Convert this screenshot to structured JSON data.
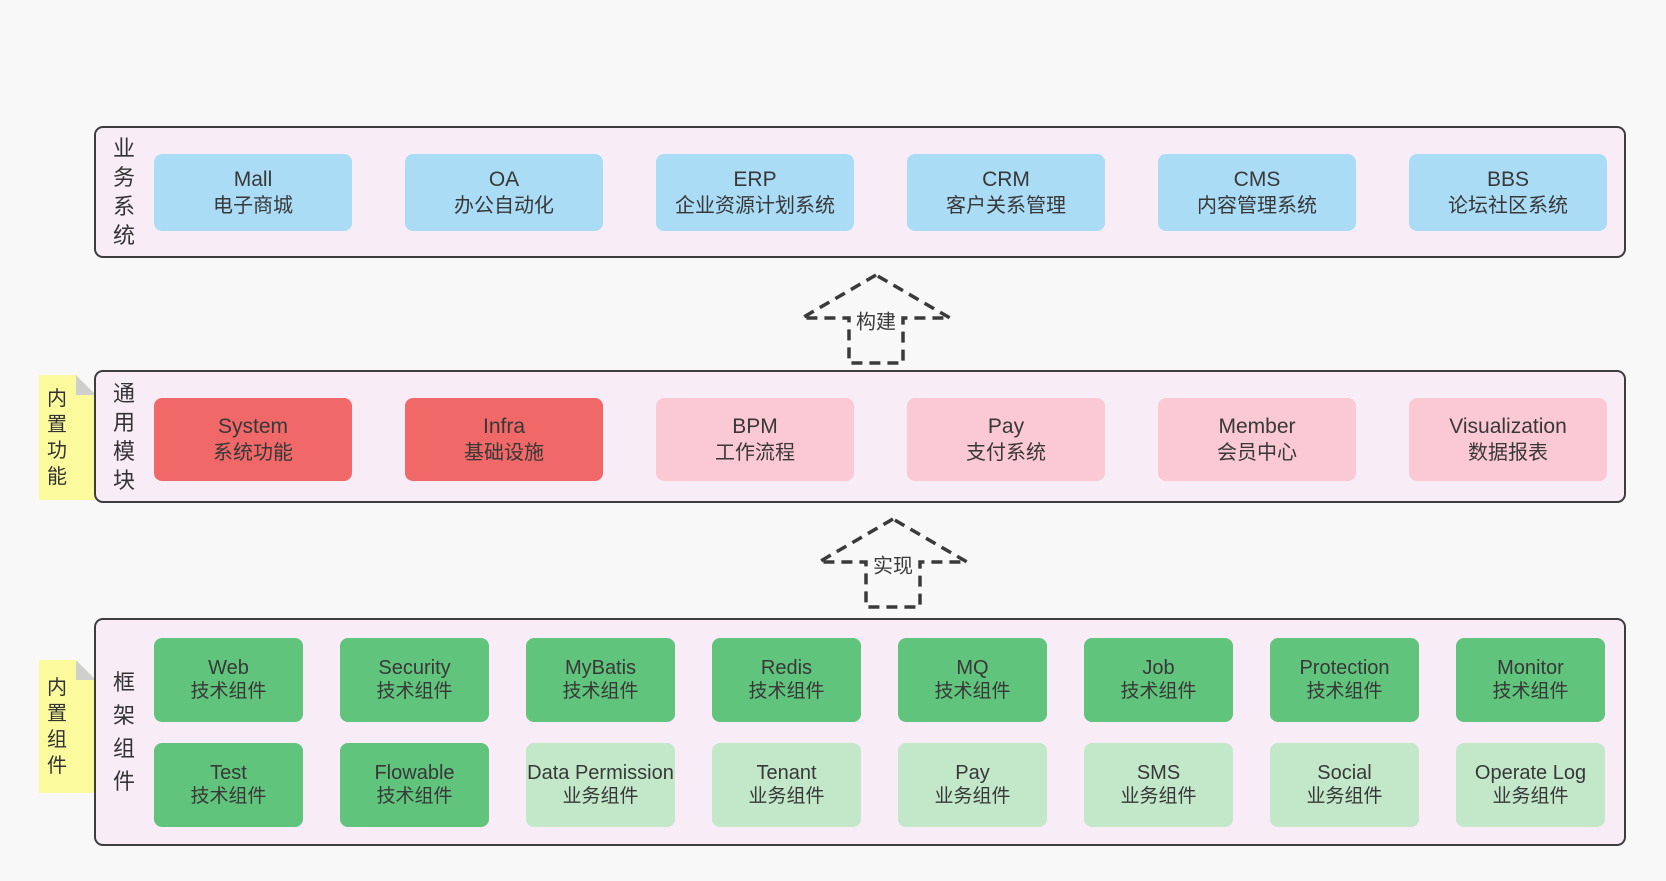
{
  "colors": {
    "page_bg": "#f8f8f8",
    "panel_bg": "#f8edf6",
    "panel_border": "#3d3d3d",
    "blue": "#abdcf6",
    "red": "#f16868",
    "pink": "#fbc9d3",
    "green": "#60c47c",
    "light_green": "#c2e7c9",
    "sticky_yellow": "#fbfb9e",
    "sticky_fold": "#cfcfcf",
    "text": "#383838"
  },
  "bands": [
    {
      "label": "业务系统",
      "items": [
        {
          "en": "Mall",
          "zh": "电子商城"
        },
        {
          "en": "OA",
          "zh": "办公自动化"
        },
        {
          "en": "ERP",
          "zh": "企业资源计划系统"
        },
        {
          "en": "CRM",
          "zh": "客户关系管理"
        },
        {
          "en": "CMS",
          "zh": "内容管理系统"
        },
        {
          "en": "BBS",
          "zh": "论坛社区系统"
        }
      ]
    },
    {
      "label": "通用模块",
      "sticky": "内置功能",
      "items": [
        {
          "en": "System",
          "zh": "系统功能"
        },
        {
          "en": "Infra",
          "zh": "基础设施"
        },
        {
          "en": "BPM",
          "zh": "工作流程"
        },
        {
          "en": "Pay",
          "zh": "支付系统"
        },
        {
          "en": "Member",
          "zh": "会员中心"
        },
        {
          "en": "Visualization",
          "zh": "数据报表"
        }
      ]
    },
    {
      "label": "框架组件",
      "sticky": "内置组件",
      "rows": [
        [
          {
            "en": "Web",
            "zh": "技术组件"
          },
          {
            "en": "Security",
            "zh": "技术组件"
          },
          {
            "en": "MyBatis",
            "zh": "技术组件"
          },
          {
            "en": "Redis",
            "zh": "技术组件"
          },
          {
            "en": "MQ",
            "zh": "技术组件"
          },
          {
            "en": "Job",
            "zh": "技术组件"
          },
          {
            "en": "Protection",
            "zh": "技术组件"
          },
          {
            "en": "Monitor",
            "zh": "技术组件"
          }
        ],
        [
          {
            "en": "Test",
            "zh": "技术组件"
          },
          {
            "en": "Flowable",
            "zh": "技术组件"
          },
          {
            "en": "Data Permission",
            "zh": "业务组件"
          },
          {
            "en": "Tenant",
            "zh": "业务组件"
          },
          {
            "en": "Pay",
            "zh": "业务组件"
          },
          {
            "en": "SMS",
            "zh": "业务组件"
          },
          {
            "en": "Social",
            "zh": "业务组件"
          },
          {
            "en": "Operate Log",
            "zh": "业务组件"
          }
        ]
      ]
    }
  ],
  "arrows": [
    {
      "label": "构建"
    },
    {
      "label": "实现"
    }
  ]
}
